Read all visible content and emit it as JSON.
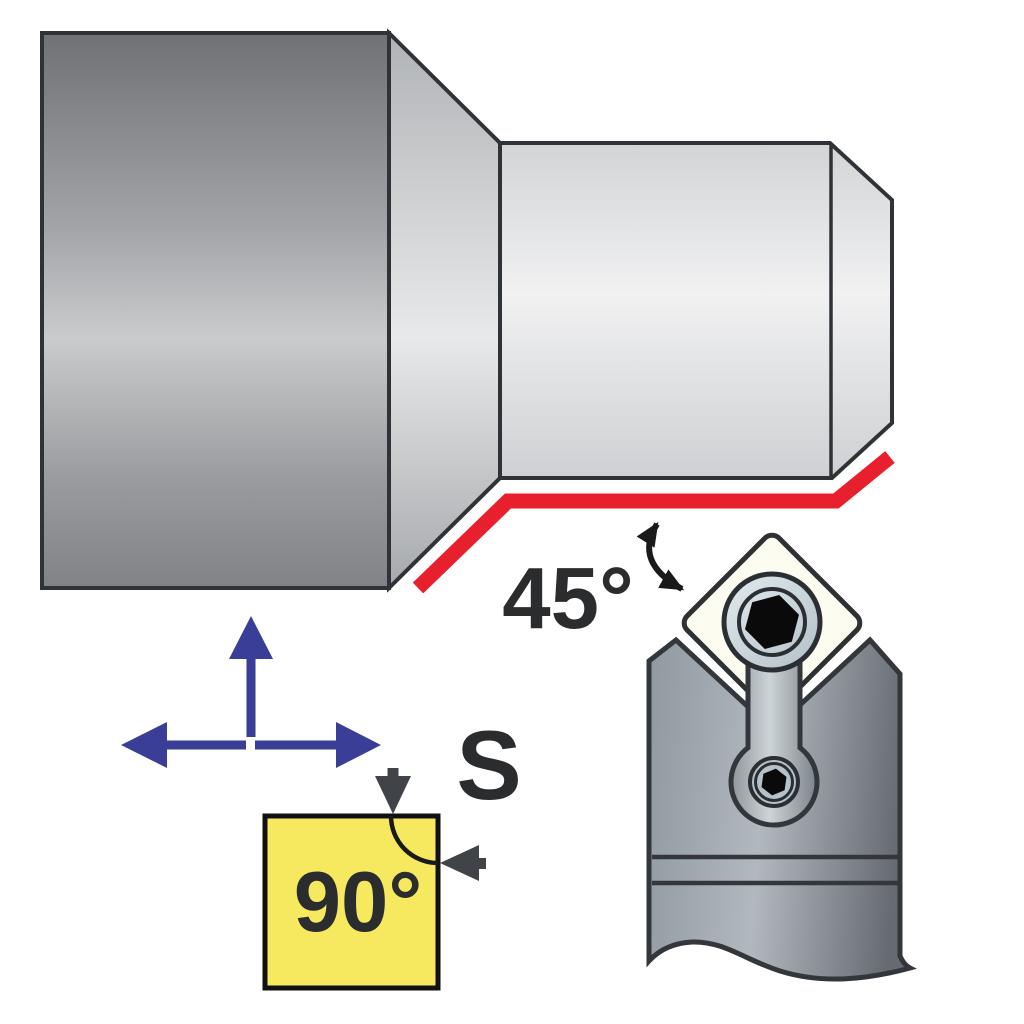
{
  "labels": {
    "approach_angle": "45°",
    "corner_angle": "90°",
    "shape_code": "S"
  },
  "colors": {
    "cut_line": "#e8202e",
    "feed_arrows": "#3a3e96",
    "shape_square_fill": "#f6e95f",
    "insert_yellow": "#eee23f",
    "marker_arrows": "#404449",
    "label_text": "#2b2c2e",
    "outline": "#2f3338",
    "holder_gray": "#8f979f",
    "screw_face": "#ccd8de",
    "screw_socket": "#0a0a0b"
  }
}
